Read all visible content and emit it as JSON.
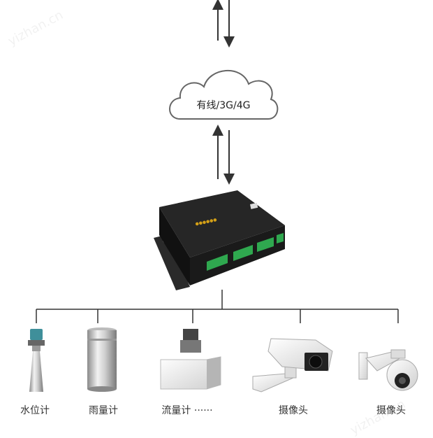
{
  "cloud": {
    "label": "有线/3G/4G"
  },
  "devices": [
    {
      "label": "水位计",
      "icon": "radar-level-gauge-icon"
    },
    {
      "label": "雨量计",
      "icon": "rain-gauge-icon"
    },
    {
      "label": "流量计 ······",
      "icon": "flow-meter-icon"
    },
    {
      "label": "摄像头",
      "icon": "box-camera-icon"
    },
    {
      "label": "摄像头",
      "icon": "dome-camera-icon"
    }
  ],
  "watermark": "yizhan.cn",
  "colors": {
    "line": "#333333",
    "cloud_stroke": "#666666",
    "device_body": "#1a1a1a",
    "terminal_green": "#2fa84f"
  }
}
